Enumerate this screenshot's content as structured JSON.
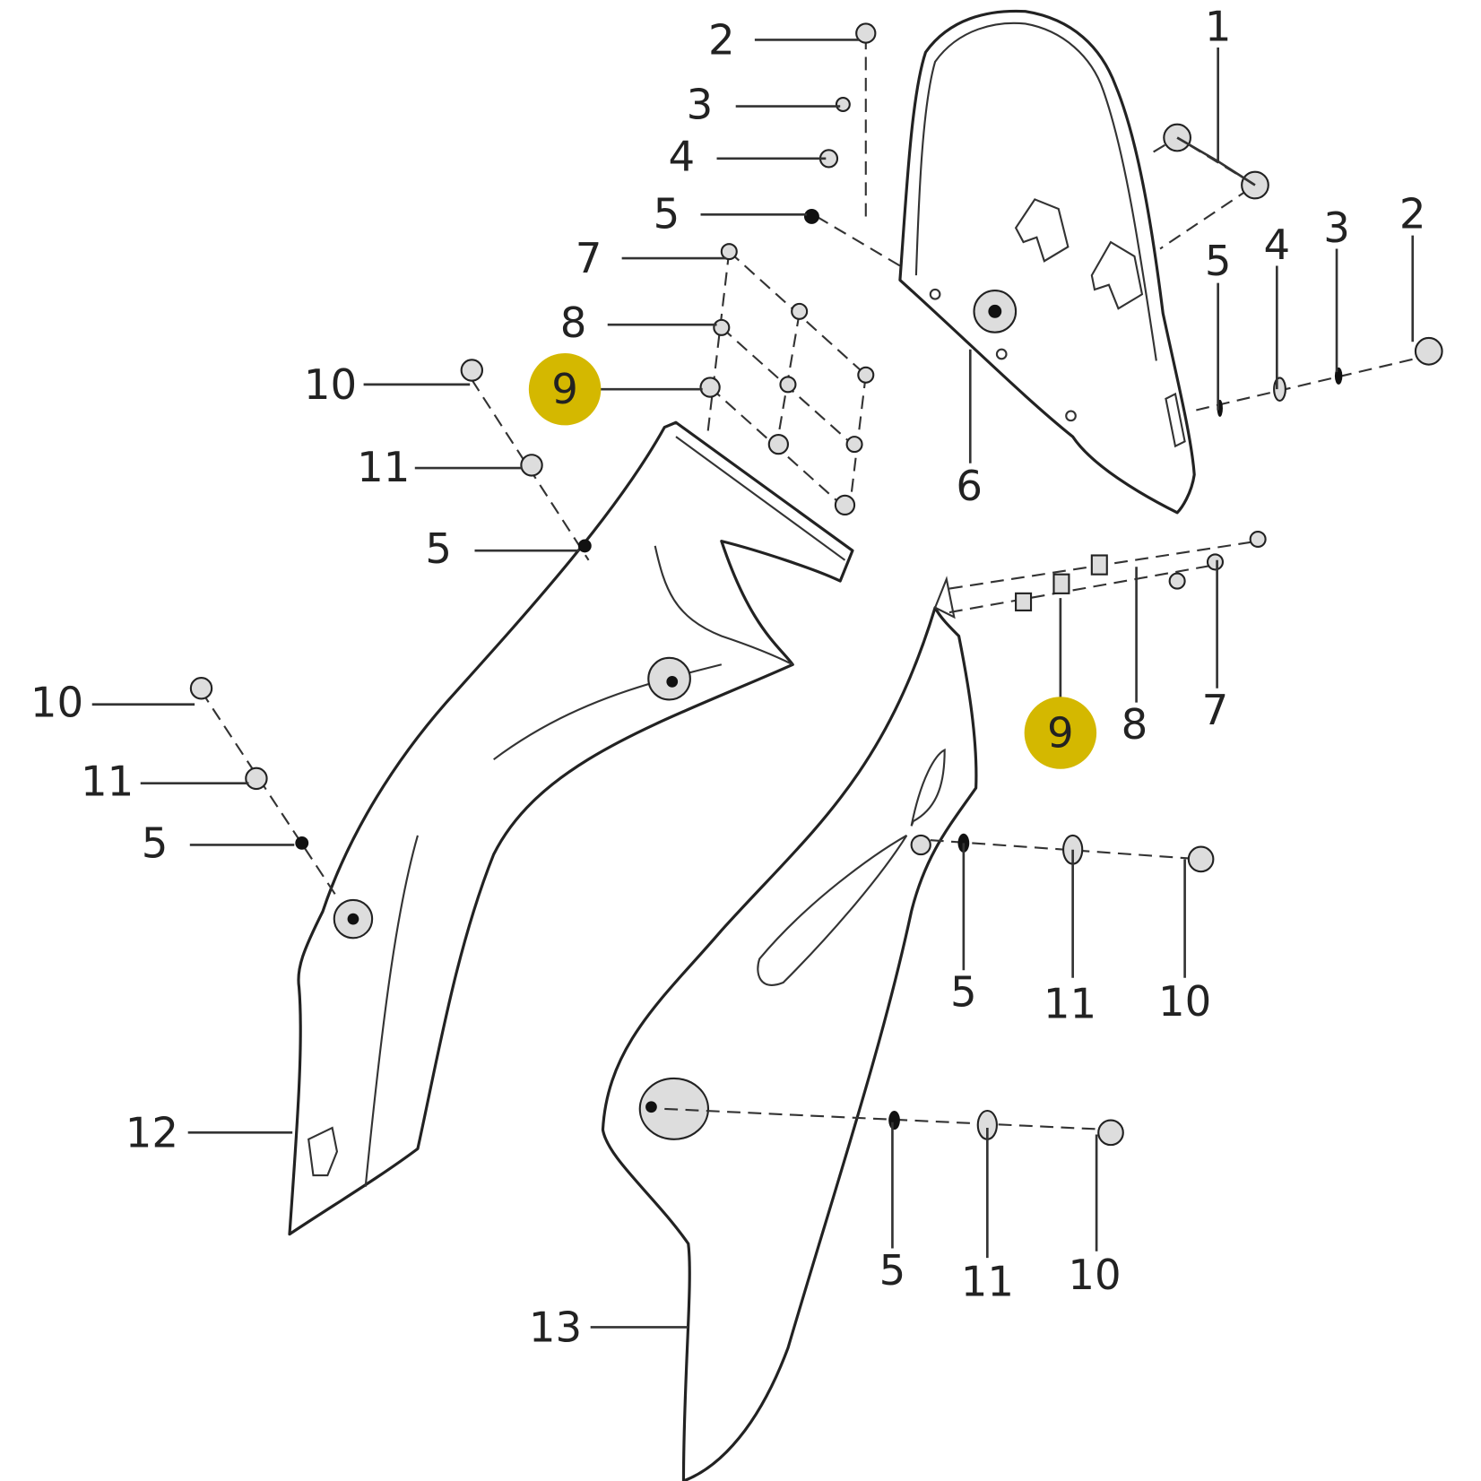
{
  "title": "Windshield and front side fairing exploded parts diagram",
  "highlight_color": "#d4b800",
  "callouts": {
    "windshield": "1",
    "top_2": "2",
    "top_3": "3",
    "top_4": "4",
    "top_5": "5",
    "l_7": "7",
    "l_8": "8",
    "l_9": "9",
    "l_10a": "10",
    "l_11a": "11",
    "l_5a": "5",
    "l_10b": "10",
    "l_11b": "11",
    "l_5b": "5",
    "p12": "12",
    "p13": "13",
    "p6": "6",
    "r_5": "5",
    "r_4": "4",
    "r_3": "3",
    "r_2": "2",
    "r_9": "9",
    "r_8": "8",
    "r_7": "7",
    "m_5": "5",
    "m_11": "11",
    "m_10": "10",
    "b_5": "5",
    "b_11": "11",
    "b_10": "10"
  }
}
